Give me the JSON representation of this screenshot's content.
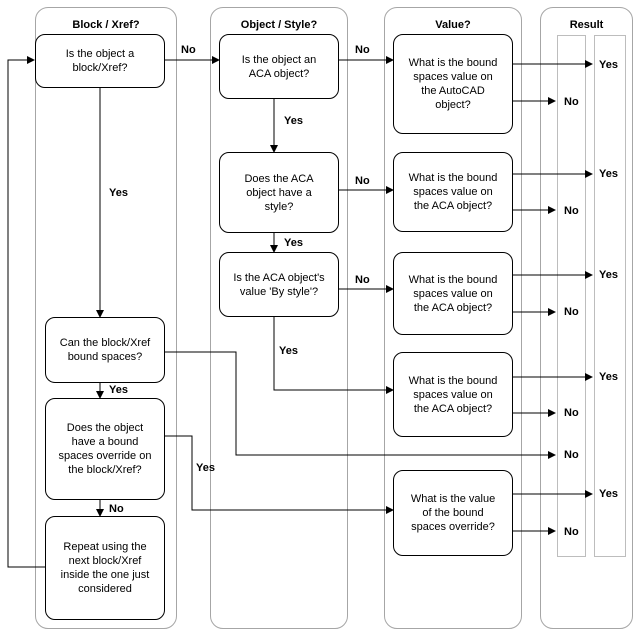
{
  "lanes": {
    "block": "Block / Xref?",
    "object": "Object / Style?",
    "value": "Value?",
    "result": "Result"
  },
  "boxes": {
    "q_block": "Is the object a\nblock/Xref?",
    "q_aca": "Is the object an\nACA object?",
    "v_autocad": "What is the bound\nspaces value on\nthe AutoCAD\nobject?",
    "q_style": "Does the ACA\nobject have a\nstyle?",
    "v_aca1": "What is the bound\nspaces value on\nthe ACA object?",
    "q_bystyle": "Is the ACA object's\nvalue 'By style'?",
    "v_aca2": "What is the bound\nspaces value on\nthe ACA object?",
    "v_aca3": "What is the bound\nspaces value on\nthe ACA object?",
    "q_canbound": "Can the block/Xref\nbound spaces?",
    "q_override": "Does the object\nhave a bound\nspaces override on\nthe block/Xref?",
    "v_override": "What is the value\nof the bound\nspaces override?",
    "repeat": "Repeat using the\nnext block/Xref\ninside the one just\nconsidered"
  },
  "labels": {
    "no_block_to_aca": "No",
    "no_aca_to_value": "No",
    "yes_aca_to_style": "Yes",
    "yes_block_down": "Yes",
    "no_style_to_value": "No",
    "yes_style_to_bystyle": "Yes",
    "no_bystyle_to_value": "No",
    "yes_bystyle_down": "Yes",
    "yes_canbound": "Yes",
    "yes_override": "Yes",
    "no_override": "No",
    "r1_yes": "Yes",
    "r1_no": "No",
    "r2_yes": "Yes",
    "r2_no": "No",
    "r3_yes": "Yes",
    "r3_no": "No",
    "r4_yes": "Yes",
    "r4_no": "No",
    "r5_no": "No",
    "r6_yes": "Yes",
    "r6_no": "No"
  }
}
